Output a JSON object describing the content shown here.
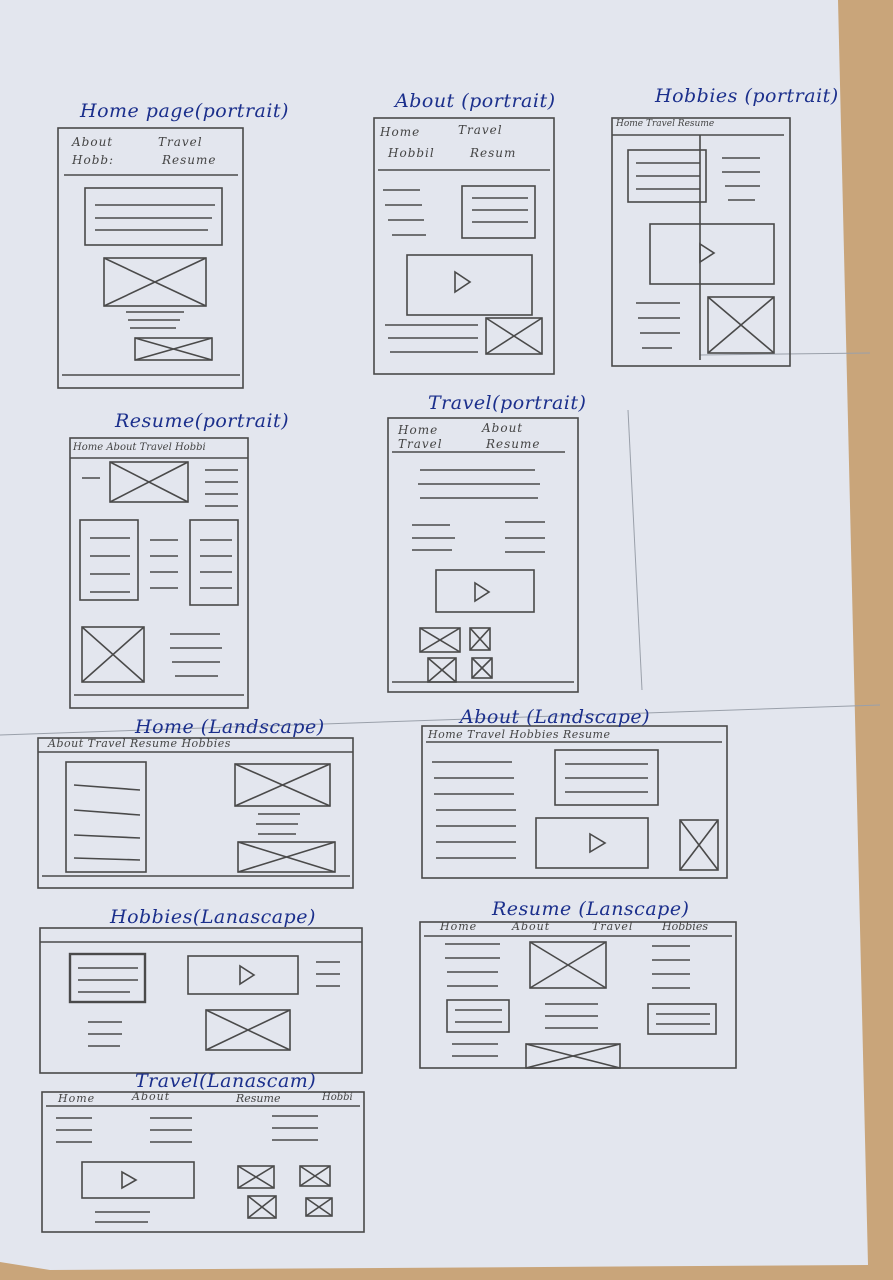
{
  "sketches": {
    "home_portrait": {
      "title": "Home page(portrait)",
      "nav": [
        "About",
        "Travel",
        "Hobb:",
        "Resume"
      ]
    },
    "about_portrait": {
      "title": "About (portrait)",
      "nav": [
        "Home",
        "Travel",
        "Hobbil",
        "Resum"
      ]
    },
    "hobbies_portrait": {
      "title": "Hobbies (portrait)",
      "nav": [
        "Home Travel Resume"
      ]
    },
    "resume_portrait": {
      "title": "Resume(portrait)",
      "nav": [
        "Home About Travel Hobbi"
      ]
    },
    "travel_portrait": {
      "title": "Travel(portrait)",
      "nav": [
        "Home",
        "About",
        "Travel",
        "Resume"
      ]
    },
    "home_landscape": {
      "title": "Home (Landscape)",
      "nav": [
        "About Travel Resume Hobbies"
      ]
    },
    "about_landscape": {
      "title": "About (Landscape)",
      "nav": [
        "Home Travel Hobbies Resume"
      ]
    },
    "hobbies_landscape": {
      "title": "Hobbies(Lanascape)"
    },
    "resume_landscape": {
      "title": "Resume (Lanscape)",
      "nav": [
        "Home",
        "About",
        "Travel",
        "Hobbies"
      ]
    },
    "travel_landscape": {
      "title": "Travel(Lanascam)",
      "nav": [
        "Home",
        "About",
        "Resume",
        "Hobbi"
      ]
    }
  },
  "colors": {
    "paper": "#e3e6ee",
    "pencil": "#4a4a4a",
    "ink": "#1b2f8c",
    "table": "#c9a57a"
  }
}
